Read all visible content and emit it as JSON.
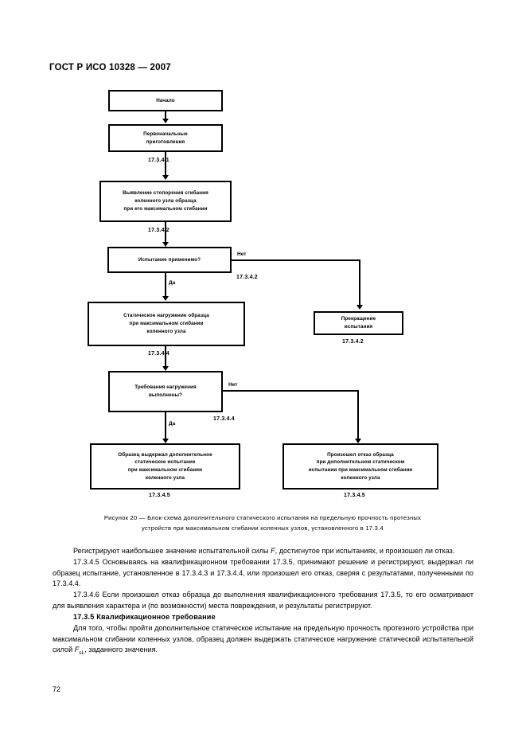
{
  "header": {
    "standard": "ГОСТ Р ИСО 10328 — 2007"
  },
  "flowchart": {
    "nodes": [
      {
        "id": "start",
        "label": "Начало"
      },
      {
        "id": "prep",
        "label": "Первоначальные\nприготовления"
      },
      {
        "id": "detect",
        "label": "Выявление стопорения сгибания\nколенного узла образца\nпри его максимальном сгибании"
      },
      {
        "id": "applicable",
        "label": "Испытание применимо?"
      },
      {
        "id": "static-load",
        "label": "Статическое нагружение образца\nпри максимальном сгибании\nколенного узла"
      },
      {
        "id": "stop-test",
        "label": "Прекращение\nиспытания"
      },
      {
        "id": "requirements",
        "label": "Требования нагружения\nвыполнены?"
      },
      {
        "id": "pass",
        "label": "Образец выдержал дополнительное\nстатическое испытание\nпри максимальном сгибании\nколенного узла"
      },
      {
        "id": "fail",
        "label": "Произошел отказ образца\nпри дополнительном статическом\nиспытании при максимальном сгибании\nколенного узла"
      }
    ],
    "refs": [
      {
        "id": "ref-1",
        "text": "17.3.4.1"
      },
      {
        "id": "ref-2",
        "text": "17.3.4.2"
      },
      {
        "id": "ref-3",
        "text": "17.3.4.2"
      },
      {
        "id": "ref-4",
        "text": "17.3.4.2"
      },
      {
        "id": "ref-5",
        "text": "17.3.4.4"
      },
      {
        "id": "ref-6",
        "text": "17.3.4.4"
      },
      {
        "id": "ref-7",
        "text": "17.3.4.5"
      },
      {
        "id": "ref-8",
        "text": "17.3.4.5"
      }
    ],
    "edge_labels": [
      {
        "id": "no-1",
        "text": "Нет"
      },
      {
        "id": "yes-1",
        "text": "Да"
      },
      {
        "id": "no-2",
        "text": "Нет"
      },
      {
        "id": "yes-2",
        "text": "Да"
      }
    ]
  },
  "caption": {
    "line1": "Рисунок 20 — Блок-схема дополнительного статического испытания на предельную прочность протезных",
    "line2": "устройств при максимальном сгибании коленных узлов, установленного в 17.3.4"
  },
  "body": {
    "para1_a": "Регистрируют наибольшее значение испытательной силы ",
    "para1_sym": "F",
    "para1_b": ", достигнутое при испытаниях, и произошел ли отказ.",
    "para2": "17.3.4.5 Основываясь на квалификационном требовании 17.3.5, принимают решение и регистрируют, выдержал ли образец испытание, установленное в 17.3.4.3 и 17.3.4.4, или произошел его отказ, сверяя с результатами, полученными по 17.3.4.4.",
    "para3": "17.3.4.6 Если произошел отказ образца до выполнения квалификационного требования 17.3.5, то его осматривают для выявления характера и (по возможности) места повреждения, и результаты регистрируют.",
    "heading": "17.3.5 Квалификационное требование",
    "para4_a": "Для того, чтобы пройти дополнительное статическое испытание на предельную прочность протезного устройства при максимальном сгибании коленных узлов, образец должен выдержать статическое нагружение статической испытательной силой ",
    "para4_sym": "F",
    "para4_sub": "sL",
    "para4_b": ", заданного значения."
  },
  "footer": {
    "page_number": "72"
  }
}
